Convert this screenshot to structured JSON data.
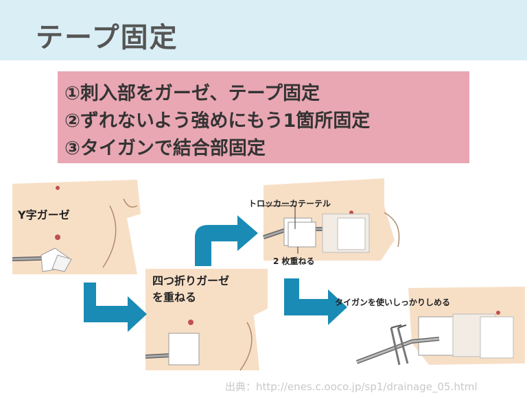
{
  "title": "テープ固定",
  "steps": [
    "①刺入部をガーゼ、テープ固定",
    "②ずれないよう強めにもう1箇所固定",
    "③タイガンで結合部固定"
  ],
  "panels": {
    "panel1_label": "Y字ガーゼ",
    "panel2_label_line1": "四つ折りガーゼ",
    "panel2_label_line2": "を重ねる",
    "panel3_label_top": "トロッカーカテーテル",
    "panel3_label_bottom": "2 枚重ねる",
    "panel4_label": "タイガンを使いしっかりしめる"
  },
  "source": "出典：http://enes.c.ooco.jp/sp1/drainage_05.html",
  "colors": {
    "header_bg": "#daeef5",
    "steps_bg": "#e8a7b3",
    "skin": "#f7dfc6",
    "arrow": "#1a8bb5"
  }
}
